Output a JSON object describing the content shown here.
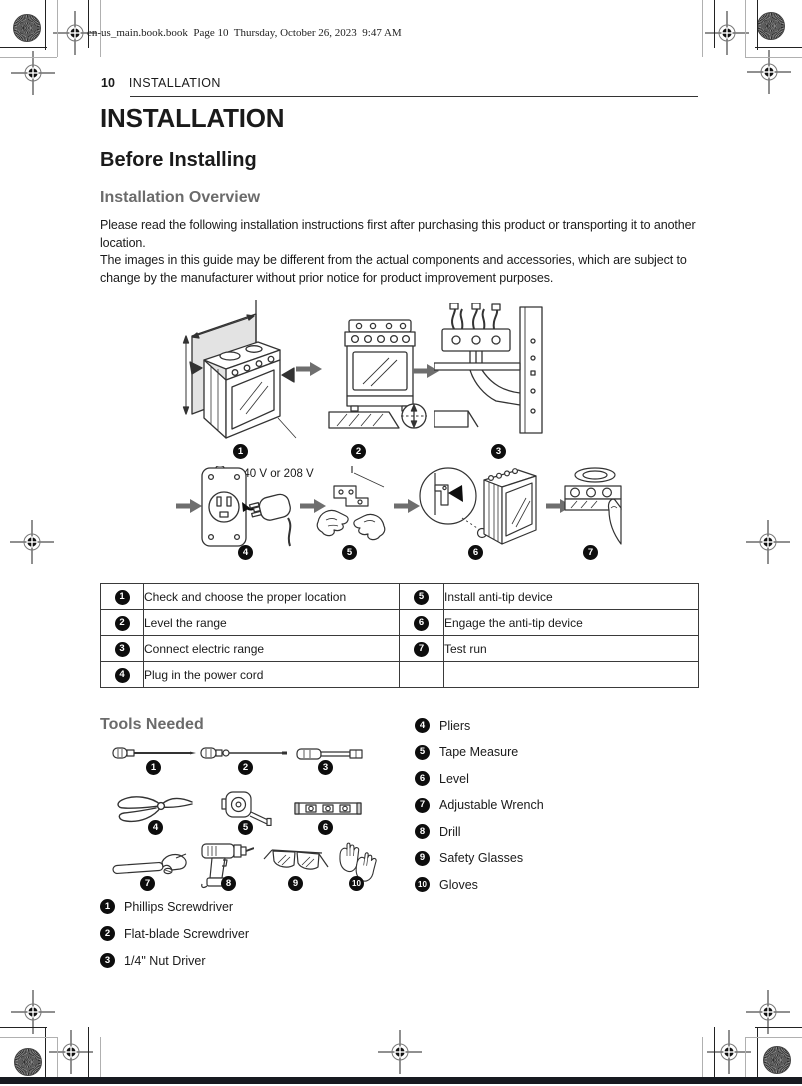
{
  "page": {
    "header_line": "en-us_main.book.book  Page 10  Thursday, October 26, 2023  9:47 AM",
    "page_number": "10",
    "section_label": "INSTALLATION",
    "title": "INSTALLATION",
    "subtitle": "Before Installing"
  },
  "colors": {
    "heading_gray": "#6b6b6b",
    "badge_black": "#0d0d0d"
  },
  "overview": {
    "heading": "Installation Overview",
    "para1": "Please read the following installation instructions first after purchasing this product or transporting it to another location.",
    "para2": "The images in this guide may be different from the actual components and accessories, which are subject to change by the manufacturer without prior notice for product improvement purposes."
  },
  "diagram": {
    "voltage_label": "240 V or 208 V",
    "step_numbers": [
      "1",
      "2",
      "3",
      "4",
      "5",
      "6",
      "7"
    ]
  },
  "steps_table": {
    "rows": [
      {
        "num_left": "1",
        "text_left": "Check and choose the proper location",
        "num_right": "5",
        "text_right": "Install anti-tip device"
      },
      {
        "num_left": "2",
        "text_left": "Level the range",
        "num_right": "6",
        "text_right": "Engage the anti-tip device"
      },
      {
        "num_left": "3",
        "text_left": "Connect electric range",
        "num_right": "7",
        "text_right": "Test run"
      },
      {
        "num_left": "4",
        "text_left": "Plug in the power cord",
        "num_right": "",
        "text_right": ""
      }
    ]
  },
  "tools": {
    "heading": "Tools Needed",
    "numbers": [
      "1",
      "2",
      "3",
      "4",
      "5",
      "6",
      "7",
      "8",
      "9",
      "10"
    ],
    "left_list": [
      {
        "num": "1",
        "label": "Phillips Screwdriver"
      },
      {
        "num": "2",
        "label": "Flat-blade Screwdriver"
      },
      {
        "num": "3",
        "label": "1/4\" Nut Driver"
      }
    ],
    "right_list": [
      {
        "num": "4",
        "label": "Pliers"
      },
      {
        "num": "5",
        "label": "Tape Measure"
      },
      {
        "num": "6",
        "label": "Level"
      },
      {
        "num": "7",
        "label": "Adjustable Wrench"
      },
      {
        "num": "8",
        "label": "Drill"
      },
      {
        "num": "9",
        "label": "Safety Glasses"
      },
      {
        "num": "10",
        "label": "Gloves"
      }
    ]
  }
}
